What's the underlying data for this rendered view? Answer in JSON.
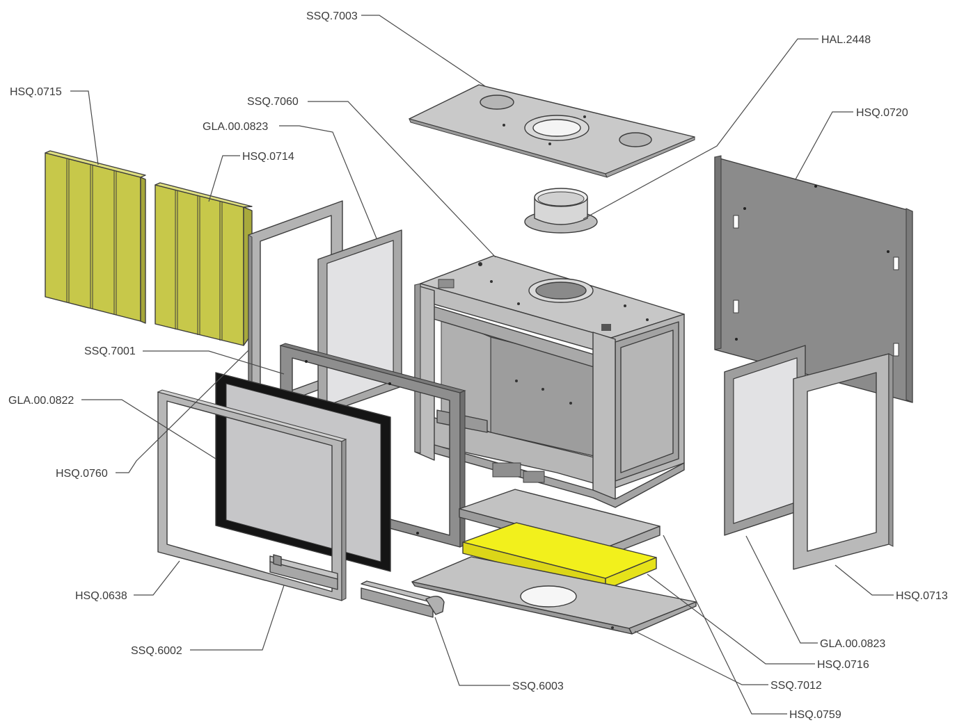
{
  "colors": {
    "metal_light": "#c9c9c9",
    "metal_mid": "#a9a9a9",
    "metal_dark": "#8c8c8c",
    "glass": "#e2e2e4",
    "gasket": "#151515",
    "insulation": "#c7c84a",
    "insulation_bright": "#f2f01c"
  },
  "labels": {
    "ssq7003": "SSQ.7003",
    "hal2448": "HAL.2448",
    "hsq0715": "HSQ.0715",
    "ssq7060": "SSQ.7060",
    "hsq0720": "HSQ.0720",
    "gla0823_top": "GLA.00.0823",
    "hsq0714": "HSQ.0714",
    "ssq7001": "SSQ.7001",
    "gla0822": "GLA.00.0822",
    "hsq0760": "HSQ.0760",
    "hsq0638": "HSQ.0638",
    "ssq6002": "SSQ.6002",
    "ssq6003": "SSQ.6003",
    "hsq0713": "HSQ.0713",
    "gla0823_bottom": "GLA.00.0823",
    "hsq0716": "HSQ.0716",
    "ssq7012": "SSQ.7012",
    "hsq0759": "HSQ.0759"
  }
}
